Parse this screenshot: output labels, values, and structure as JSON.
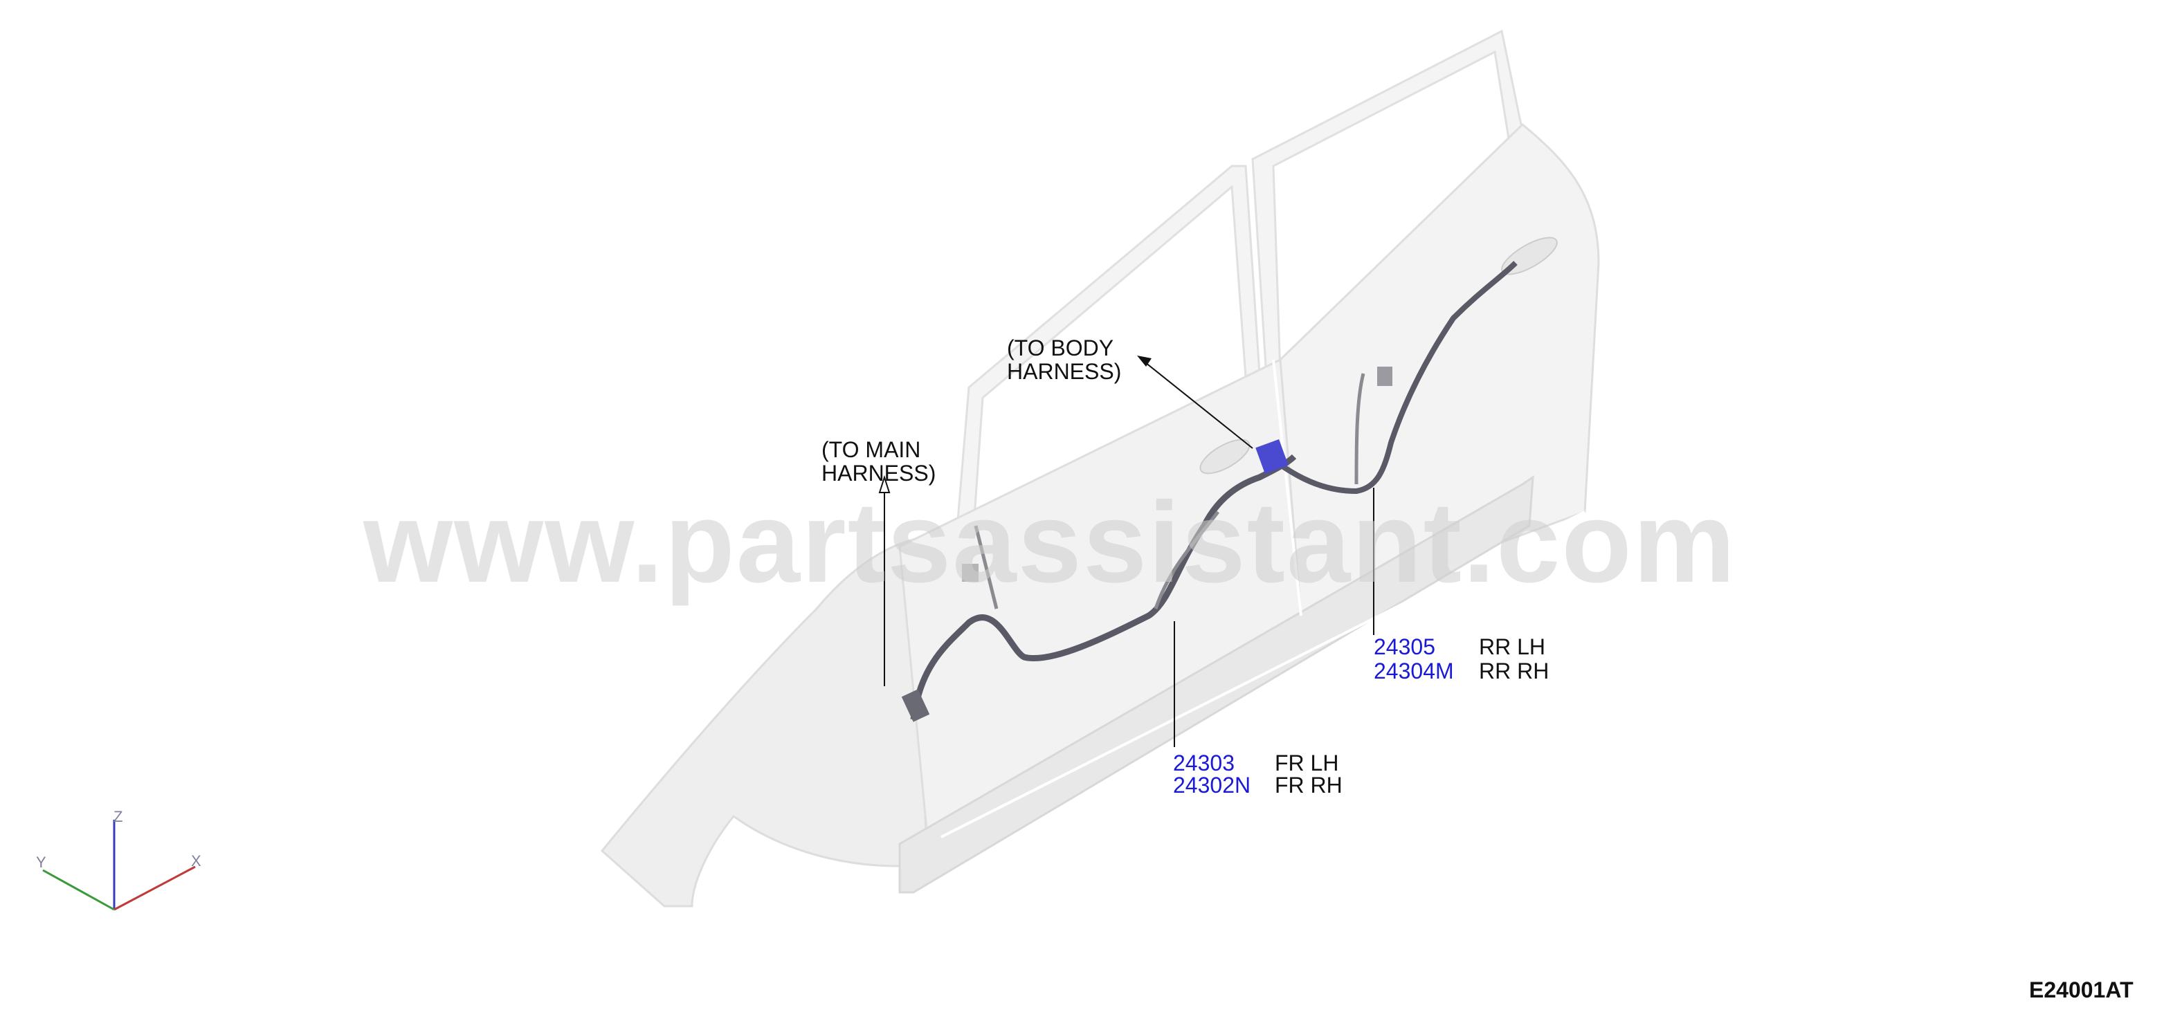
{
  "diagram": {
    "callouts": {
      "to_main_harness": [
        "(TO MAIN",
        "HARNESS)"
      ],
      "to_body_harness": [
        "(TO BODY",
        "HARNESS)"
      ]
    },
    "parts": [
      {
        "number": "24303",
        "position": "FR LH"
      },
      {
        "number": "24302N",
        "position": "FR RH"
      },
      {
        "number": "24305",
        "position": "RR LH"
      },
      {
        "number": "24304M",
        "position": "RR RH"
      }
    ],
    "watermark": "www.partsassistant.com",
    "figure_code": "E24001AT",
    "axes": {
      "x": "X",
      "y": "Y",
      "z": "Z"
    }
  },
  "colors": {
    "part_number": "#1a1ad6",
    "label_text": "#111111",
    "harness": "#5a5a66",
    "panel": "#f0f0f0"
  }
}
